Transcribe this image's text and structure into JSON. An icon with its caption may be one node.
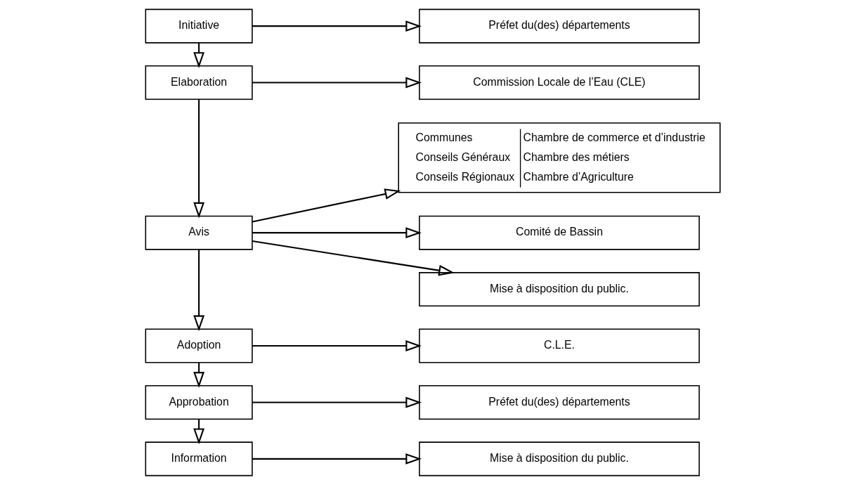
{
  "diagram": {
    "nodes": [
      {
        "text": [
          "Initiative"
        ]
      },
      {
        "text": [
          "Préfet du(des) départements"
        ]
      },
      {
        "text": [
          "Elaboration"
        ]
      },
      {
        "text": [
          "Commission Locale de l’Eau (CLE)"
        ]
      },
      {
        "text": [
          "Avis"
        ]
      },
      {
        "text": [
          "Communes",
          "Conseils Généraux",
          "Conseils Régionaux",
          "Chambre de commerce et d’industrie",
          "Chambre des métiers",
          "Chambre d’Agriculture"
        ]
      },
      {
        "text": [
          "Comité de Bassin"
        ]
      },
      {
        "text": [
          "Mise à disposition du public."
        ]
      },
      {
        "text": [
          "Adoption"
        ]
      },
      {
        "text": [
          "C.L.E."
        ]
      },
      {
        "text": [
          "Approbation"
        ]
      },
      {
        "text": [
          "Préfet du(des) départements"
        ]
      },
      {
        "text": [
          "Information"
        ]
      },
      {
        "text": [
          "Mise à disposition du public."
        ]
      }
    ],
    "edges": [
      {
        "from": 0,
        "to": 1,
        "arrow": "to"
      },
      {
        "from": 0,
        "to": 2,
        "arrow": "to"
      },
      {
        "from": 2,
        "to": 3,
        "arrow": "to"
      },
      {
        "from": 2,
        "to": 4,
        "arrow": "to"
      },
      {
        "from": 4,
        "to": 5,
        "arrow": "to"
      },
      {
        "from": 4,
        "to": 6,
        "arrow": "to"
      },
      {
        "from": 4,
        "to": 7,
        "arrow": "to"
      },
      {
        "from": 4,
        "to": 8,
        "arrow": "to"
      },
      {
        "from": 8,
        "to": 9,
        "arrow": "to"
      },
      {
        "from": 8,
        "to": 10,
        "arrow": "to"
      },
      {
        "from": 10,
        "to": 11,
        "arrow": "to"
      },
      {
        "from": 10,
        "to": 12,
        "arrow": "to"
      },
      {
        "from": 12,
        "to": 13,
        "arrow": "to"
      }
    ]
  }
}
